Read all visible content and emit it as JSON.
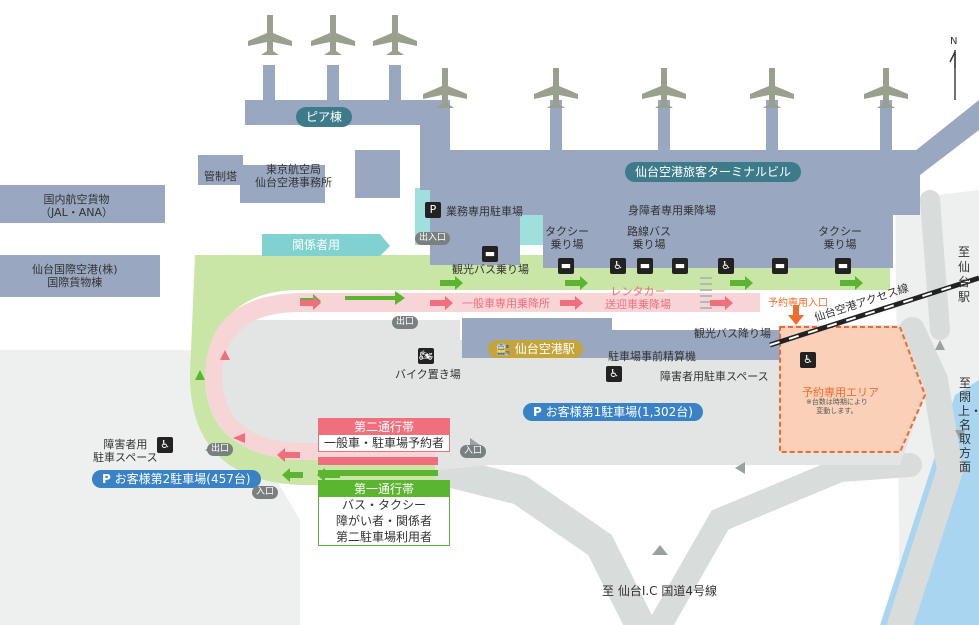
{
  "colors": {
    "terminal": "#9aa7c1",
    "terminal_dark": "#7d8cab",
    "road": "#d3d7d6",
    "road_light": "#e4e7e5",
    "green_lane": "#c9e6a6",
    "green_arrow": "#5cb531",
    "pink_lane": "#f7d4d6",
    "pink_arrow": "#ef6f7d",
    "teal_lot": "#7fd2cf",
    "station_gold": "#c4a43b",
    "label_teal": "#3d7b8b",
    "label_blue": "#3a82c6",
    "reserved_orange": "#f06b2c",
    "reserved_fill": "#fad1b8",
    "water": "#a9d5f0",
    "rail": "#222222"
  },
  "labels": {
    "pier": "ピア棟",
    "terminal": "仙台空港旅客ターミナルビル",
    "control_tower": "管制塔",
    "jcab_line1": "東京航空局",
    "jcab_line2": "仙台空港事務所",
    "cargo_domestic_line1": "国内航空貨物",
    "cargo_domestic_line2": "（JAL・ANA）",
    "cargo_intl_line1": "仙台国際空港(株)",
    "cargo_intl_line2": "国際貨物棟",
    "staff_lane": "関係者用",
    "business_parking": "業務専用駐車場",
    "entrance_exit": "出入口",
    "tour_bus_boarding": "観光バス乗り場",
    "taxi_left_line1": "タクシー",
    "taxi_left_line2": "乗り場",
    "disabled_boarding": "身障者専用乗降場",
    "route_bus_line1": "路線バス",
    "route_bus_line2": "乗り場",
    "taxi_right_line1": "タクシー",
    "taxi_right_line2": "乗り場",
    "general_dropoff": "一般車専用乗降所",
    "rental_line1": "レンタカー",
    "rental_line2": "送迎車乗降場",
    "reserved_entrance": "予約専用入口",
    "exit": "出口",
    "station": "仙台空港駅",
    "access_line": "仙台空港アクセス線",
    "tour_bus_dropoff": "観光バス降り場",
    "payment_machine": "駐車場事前精算機",
    "disabled_parking": "障害者用駐車スペース",
    "bike_parking": "バイク置き場",
    "reserved_area": "予約専用エリア",
    "reserved_note_line1": "※台数は時期により",
    "reserved_note_line2": "変動します。",
    "parking1": "お客様第1駐車場(1,302台)",
    "parking2": "お客様第2駐車場(457台)",
    "second_lane_title": "第二通行帯",
    "second_lane_body": "一般車・駐車場予約者",
    "first_lane_title": "第一通行帯",
    "first_lane_body1": "バス・タクシー",
    "first_lane_body2": "障がい者・関係者",
    "first_lane_body3": "第二駐車場利用者",
    "disabled_space_line1": "障害者用",
    "disabled_space_line2": "駐車スペース",
    "entrance": "入口",
    "to_sendai_ic": "至 仙台I.C 国道4号線",
    "to_sendai_station_1": "至",
    "to_sendai_station_2": "仙",
    "to_sendai_station_3": "台",
    "to_sendai_station_4": "駅",
    "to_natori_1": "至",
    "to_natori_2": "閖上・名取方面",
    "north": "N",
    "parking_symbol": "P"
  }
}
